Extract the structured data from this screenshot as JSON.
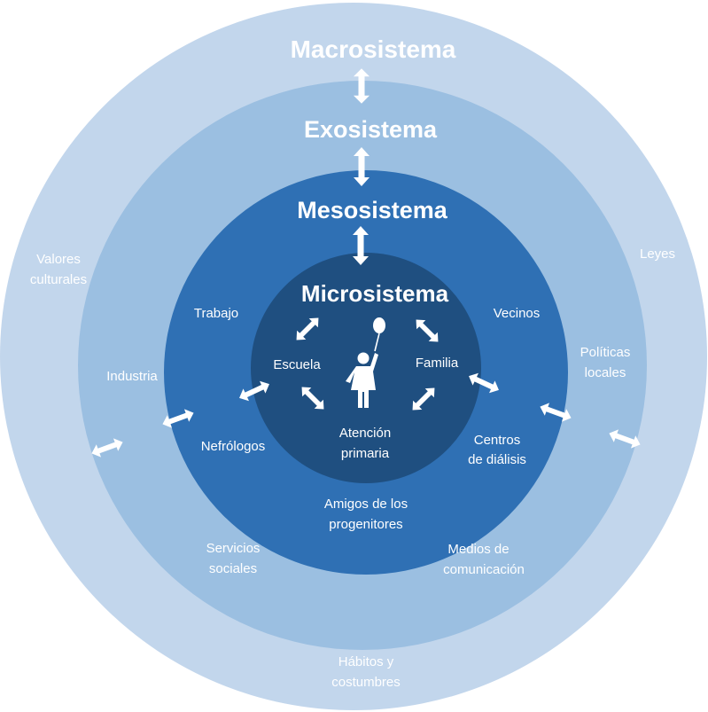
{
  "colors": {
    "macro": "#c2d6ec",
    "exo": "#9bbfe1",
    "meso": "#2f70b4",
    "micro": "#1f4f80",
    "text": "#ffffff"
  },
  "levels": {
    "macro": "Macrosistema",
    "exo": "Exosistema",
    "meso": "Mesosistema",
    "micro": "Microsistema"
  },
  "micro_items": {
    "escuela": "Escuela",
    "familia": "Familia",
    "atencion_1": "Atención",
    "atencion_2": "primaria"
  },
  "meso_items": {
    "trabajo": "Trabajo",
    "vecinos": "Vecinos",
    "nefrologos": "Nefrólogos",
    "centros_1": "Centros",
    "centros_2": "de diálisis",
    "amigos_1": "Amigos de los",
    "amigos_2": "progenitores"
  },
  "exo_items": {
    "industria": "Industria",
    "politicas_1": "Políticas",
    "politicas_2": "locales",
    "servicios_1": "Servicios",
    "servicios_2": "sociales",
    "medios_1": "Medios de",
    "medios_2": "comunicación"
  },
  "macro_items": {
    "valores_1": "Valores",
    "valores_2": "culturales",
    "leyes": "Leyes",
    "habitos_1": "Hábitos y",
    "habitos_2": "costumbres"
  },
  "icons": {
    "center": "child-with-balloon-icon",
    "connectors": "double-arrow-icon"
  }
}
